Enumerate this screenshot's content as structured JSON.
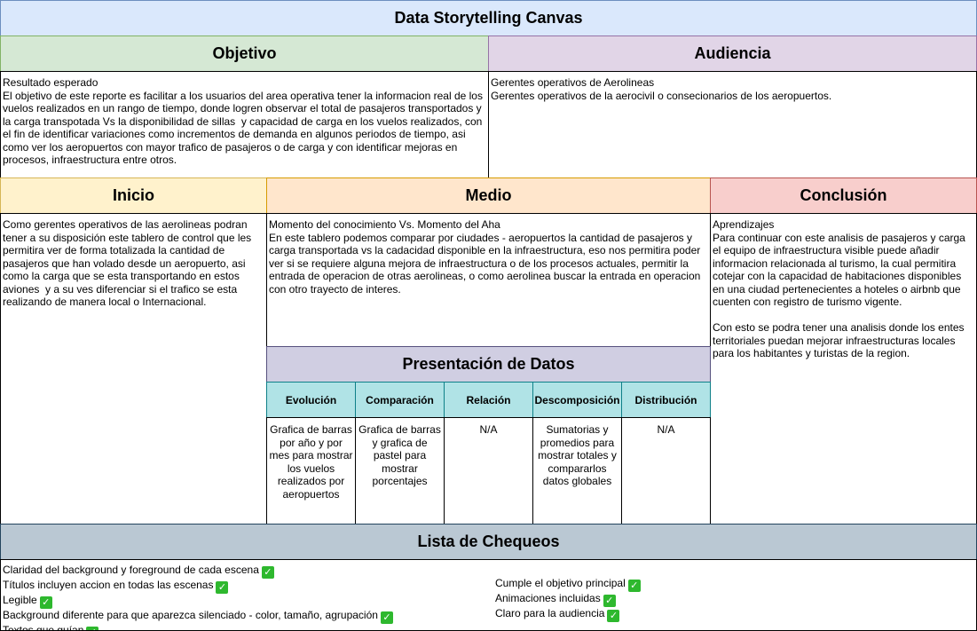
{
  "title": "Data Storytelling Canvas",
  "objetivo": {
    "header": "Objetivo",
    "text": "Resultado esperado\nEl objetivo de este reporte es facilitar a los usuarios del area operativa tener la informacion real de los vuelos realizados en un rango de tiempo, donde logren observar el total de pasajeros transportados y la carga transpotada Vs la disponibilidad de sillas  y capacidad de carga en los vuelos realizados, con el fin de identificar variaciones como incrementos de demanda en algunos periodos de tiempo, asi como ver los aeropuertos con mayor trafico de pasajeros o de carga y con identificar mejoras en procesos, infraestructura entre otros."
  },
  "audiencia": {
    "header": "Audiencia",
    "text": "Gerentes operativos de Aerolineas\nGerentes operativos de la aerocivil o consecionarios de los aeropuertos."
  },
  "inicio": {
    "header": "Inicio",
    "text": "Como gerentes operativos de las aerolineas podran tener a su disposición este tablero de control que les permitira ver de forma totalizada la cantidad de pasajeros que han volado desde un aeropuerto, asi como la carga que se esta transportando en estos aviones  y a su ves diferenciar si el trafico se esta realizando de manera local o Internacional."
  },
  "medio": {
    "header": "Medio",
    "text": "Momento del conocimiento Vs. Momento del Aha\nEn este tablero podemos comparar por ciudades - aeropuertos la cantidad de pasajeros y carga transportada vs la cadacidad disponible en la infraestructura, eso nos permitira poder ver si se requiere alguna mejora de infraestructura o de los procesos actuales, permitir la entrada de operacion de otras aerolineas, o como aerolinea buscar la entrada en operacion con otro trayecto de interes."
  },
  "conclusion": {
    "header": "Conclusión",
    "text": "Aprendizajes\nPara continuar con este analisis de pasajeros y carga el equipo de infraestructura visible puede añadir informacion relacionada al turismo, la cual permitira cotejar con la capacidad de habitaciones disponibles en una ciudad pertenecientes a hoteles o airbnb que cuenten con registro de turismo vigente.\n\nCon esto se podra tener una analisis donde los entes territoriales puedan mejorar infraestructuras locales para los habitantes y turistas de la region."
  },
  "presentacion": {
    "header": "Presentación de Datos",
    "columns": [
      {
        "header": "Evolución",
        "text": "Grafica de barras por año y por mes para mostrar los vuelos realizados por aeropuertos"
      },
      {
        "header": "Comparación",
        "text": "Grafica de barras y grafica de pastel para mostrar porcentajes"
      },
      {
        "header": "Relación",
        "text": "N/A"
      },
      {
        "header": "Descomposición",
        "text": "Sumatorias y promedios para mostrar totales y compararlos datos globales"
      },
      {
        "header": "Distribución",
        "text": "N/A"
      }
    ]
  },
  "checklist": {
    "header": "Lista de Chequeos",
    "left": [
      "Claridad del background y foreground de cada escena",
      "Títulos incluyen accion en todas las escenas",
      "Legible",
      "Background diferente para que aparezca silenciado - color, tamaño, agrupación",
      "Textos que guían"
    ],
    "right": [
      "Cumple el objetivo principal",
      "Animaciones incluidas",
      "Claro para la audiencia"
    ]
  },
  "colors": {
    "title_bg": "#dae8fc",
    "objetivo_bg": "#d5e8d4",
    "audiencia_bg": "#e1d5e7",
    "inicio_bg": "#fff2cc",
    "medio_bg": "#ffe6cc",
    "conclusion_bg": "#f8cecc",
    "presentacion_bg": "#d0cee2",
    "subheader_bg": "#b0e3e6",
    "checklist_bg": "#bac8d3",
    "check_mark": "#2eb82e"
  },
  "icons": {
    "check": "check-mark-icon"
  }
}
